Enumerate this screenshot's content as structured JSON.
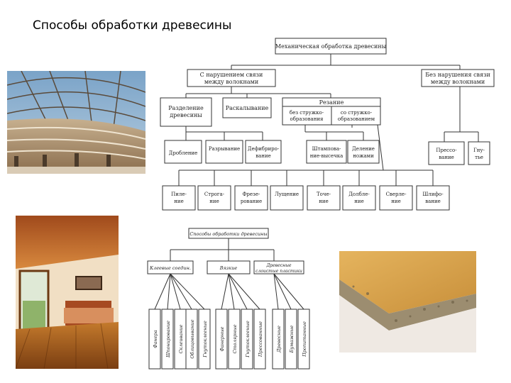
{
  "slide": {
    "title": "Способы обработки древесины"
  },
  "photos": [
    {
      "name": "atrium-glass-roof-photo",
      "subject": "wooden atrium interior with glass roof"
    },
    {
      "name": "bedroom-wood-floor-photo",
      "subject": "bedroom with wooden ceiling and floor"
    },
    {
      "name": "particleboard-edge-photo",
      "subject": "particleboard slab edge"
    }
  ],
  "diagram_top": {
    "root": "Механическая обработка древесины",
    "branch_left": [
      "С нарушением связи",
      "между волокнами"
    ],
    "branch_right": [
      "Без нарушения связи",
      "между волокнами"
    ],
    "level2": [
      [
        "Разделение",
        "древесины"
      ],
      [
        "Раскалывание"
      ],
      [
        "Резание"
      ]
    ],
    "cutting_sub": [
      [
        "без стружко-",
        "образования"
      ],
      [
        "со стружко-",
        "образованием"
      ]
    ],
    "level3": [
      [
        "Дробление"
      ],
      [
        "Разрывание"
      ],
      [
        "Дефибриро-",
        "вание"
      ],
      [
        "Штампова-",
        "ние-высечка"
      ],
      [
        "Деление",
        "ножами"
      ],
      [
        "Прессо-",
        "вание"
      ],
      [
        "Гну-",
        "тье"
      ]
    ],
    "level4": [
      [
        "Пиле-",
        "ние"
      ],
      [
        "Строга-",
        "ние"
      ],
      [
        "Фрезе-",
        "рование"
      ],
      [
        "Лущение"
      ],
      [
        "Точе-",
        "ние"
      ],
      [
        "Долбле-",
        "ние"
      ],
      [
        "Сверле-",
        "ние"
      ],
      [
        "Шлифо-",
        "вание"
      ]
    ]
  },
  "diagram_bottom": {
    "root": "Способы обработки древесины",
    "groups": [
      "Клеевые соедин.",
      "Вязкие",
      "Древесные",
      "слоистые пластики"
    ],
    "leaves": [
      "Фанера",
      "Шпонирование",
      "Склеивание",
      "Облицовывание",
      "Гнутоклееные",
      "Фанерные",
      "Столярные",
      "Гнутоклееные",
      "Прессованные",
      "Древесные",
      "Бумажные",
      "Пропитанные"
    ]
  }
}
